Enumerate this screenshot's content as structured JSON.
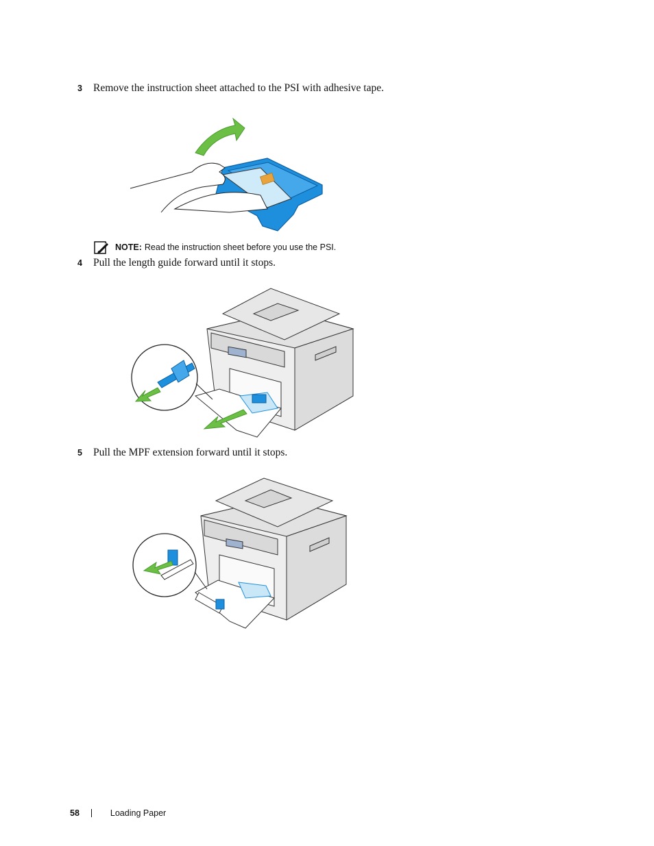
{
  "steps": [
    {
      "number": "3",
      "text": "Remove the instruction sheet attached to the PSI with adhesive tape."
    },
    {
      "number": "4",
      "text": "Pull the length guide forward until it stops."
    },
    {
      "number": "5",
      "text": "Pull the MPF extension forward until it stops."
    }
  ],
  "note": {
    "label": "NOTE:",
    "text": "Read the instruction sheet before you use the PSI.",
    "icon": "note-pencil-icon"
  },
  "figures": [
    {
      "icon": "remove-instruction-sheet-illustration"
    },
    {
      "icon": "pull-length-guide-illustration"
    },
    {
      "icon": "pull-mpf-extension-illustration"
    }
  ],
  "colors": {
    "arrow_green": "#6cbf45",
    "part_blue": "#1e8fdc",
    "tape_orange": "#e8a33c"
  },
  "footer": {
    "page_number": "58",
    "section": "Loading Paper"
  }
}
